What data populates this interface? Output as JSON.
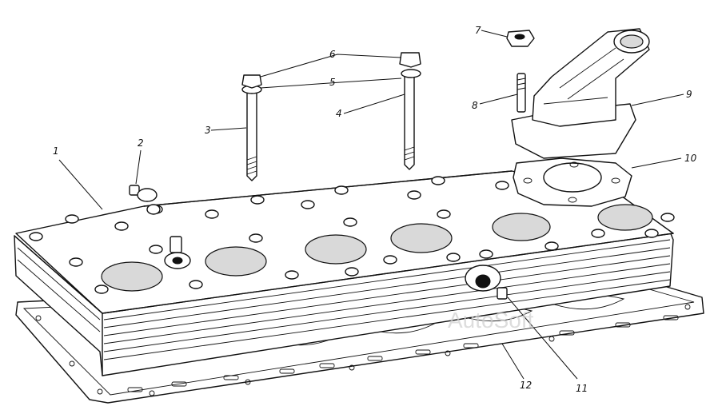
{
  "callouts": [
    {
      "id": "1",
      "text": "1"
    },
    {
      "id": "2",
      "text": "2"
    },
    {
      "id": "3",
      "text": "3"
    },
    {
      "id": "4",
      "text": "4"
    },
    {
      "id": "5",
      "text": "5"
    },
    {
      "id": "6",
      "text": "6"
    },
    {
      "id": "7",
      "text": "7"
    },
    {
      "id": "8",
      "text": "8"
    },
    {
      "id": "9",
      "text": "9"
    },
    {
      "id": "10",
      "text": "10"
    },
    {
      "id": "11",
      "text": "11"
    },
    {
      "id": "12",
      "text": "12"
    }
  ],
  "watermark": "AutoSoft",
  "colors": {
    "ink": "#111111",
    "paper": "#ffffff"
  }
}
